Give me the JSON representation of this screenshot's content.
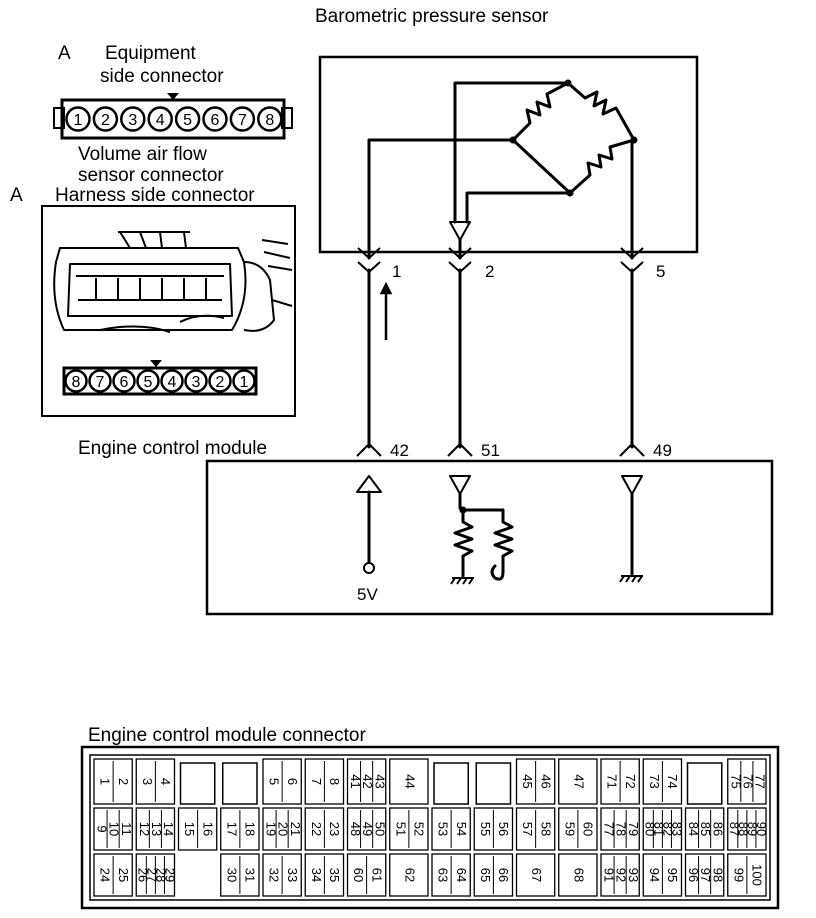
{
  "labels": {
    "sensor_title": "Barometric pressure sensor",
    "equip_letter": "A",
    "equip_line1": "Equipment",
    "equip_line2": "side connector",
    "vaf_line1": "Volume air flow",
    "vaf_line2": "sensor connector",
    "harness_letter": "A",
    "harness_title": "Harness side connector",
    "ecm_title": "Engine control module",
    "supply": "5V",
    "ecm_connector_title": "Engine control module connector"
  },
  "equipment_pins": [
    "1",
    "2",
    "3",
    "4",
    "5",
    "6",
    "7",
    "8"
  ],
  "harness_pins": [
    "8",
    "7",
    "6",
    "5",
    "4",
    "3",
    "2",
    "1"
  ],
  "sensor_pins": [
    "1",
    "2",
    "5"
  ],
  "ecm_pins": [
    "42",
    "51",
    "49"
  ],
  "ecm_connector": {
    "blocks": [
      {
        "top": [
          "1",
          "2"
        ],
        "mid": [
          "9",
          "10",
          "11"
        ],
        "bot": [
          "24",
          "25"
        ]
      },
      {
        "top": [
          "3",
          "4"
        ],
        "mid": [
          "12",
          "13",
          "14"
        ],
        "bot": [
          "26",
          "27",
          "28",
          "29"
        ]
      },
      {
        "top": [],
        "mid": [
          "15",
          "16"
        ],
        "bot": []
      },
      {
        "top": [],
        "mid": [
          "17",
          "18"
        ],
        "bot": [
          "30",
          "31"
        ]
      },
      {
        "top": [
          "5",
          "6"
        ],
        "mid": [
          "19",
          "20",
          "21"
        ],
        "bot": [
          "32",
          "33"
        ]
      },
      {
        "top": [
          "7",
          "8"
        ],
        "mid": [
          "22",
          "23"
        ],
        "bot": [
          "34",
          "35"
        ]
      },
      {
        "top": [
          "41",
          "42",
          "43"
        ],
        "mid": [
          "48",
          "49",
          "50"
        ],
        "bot": [
          "60",
          "61"
        ]
      },
      {
        "top": [
          "44"
        ],
        "mid": [
          "51",
          "52"
        ],
        "bot": [
          "62"
        ]
      },
      {
        "top": [],
        "mid": [
          "53",
          "54"
        ],
        "bot": [
          "63",
          "64"
        ]
      },
      {
        "top": [],
        "mid": [
          "55",
          "56"
        ],
        "bot": [
          "65",
          "66"
        ]
      },
      {
        "top": [
          "45",
          "46"
        ],
        "mid": [
          "57",
          "58"
        ],
        "bot": [
          "67"
        ]
      },
      {
        "top": [
          "47"
        ],
        "mid": [
          "59",
          "60"
        ],
        "bot": [
          "68"
        ]
      },
      {
        "top": [
          "71",
          "72"
        ],
        "mid": [
          "77",
          "78",
          "79"
        ],
        "bot": [
          "91",
          "92",
          "93"
        ]
      },
      {
        "top": [
          "73",
          "74"
        ],
        "mid": [
          "80",
          "81",
          "82",
          "83"
        ],
        "bot": [
          "94",
          "95"
        ]
      },
      {
        "top": [],
        "mid": [
          "84",
          "85",
          "86"
        ],
        "bot": [
          "96",
          "97",
          "98"
        ]
      },
      {
        "top": [
          "75",
          "76",
          "77"
        ],
        "mid": [
          "87",
          "88",
          "89",
          "90"
        ],
        "bot": [
          "99",
          "100"
        ]
      }
    ]
  }
}
